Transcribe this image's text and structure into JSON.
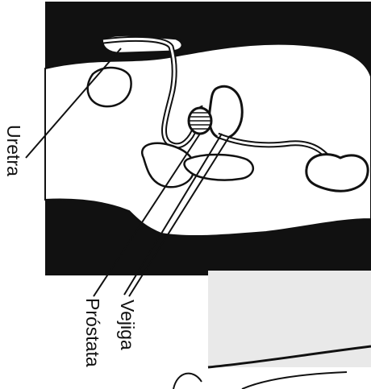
{
  "labels": {
    "urethra": "Uretra",
    "prostate": "Próstata",
    "bladder": "Vejiga"
  },
  "colors": {
    "ink": "#111111",
    "background": "#ffffff",
    "tissue": "#ffffff"
  }
}
